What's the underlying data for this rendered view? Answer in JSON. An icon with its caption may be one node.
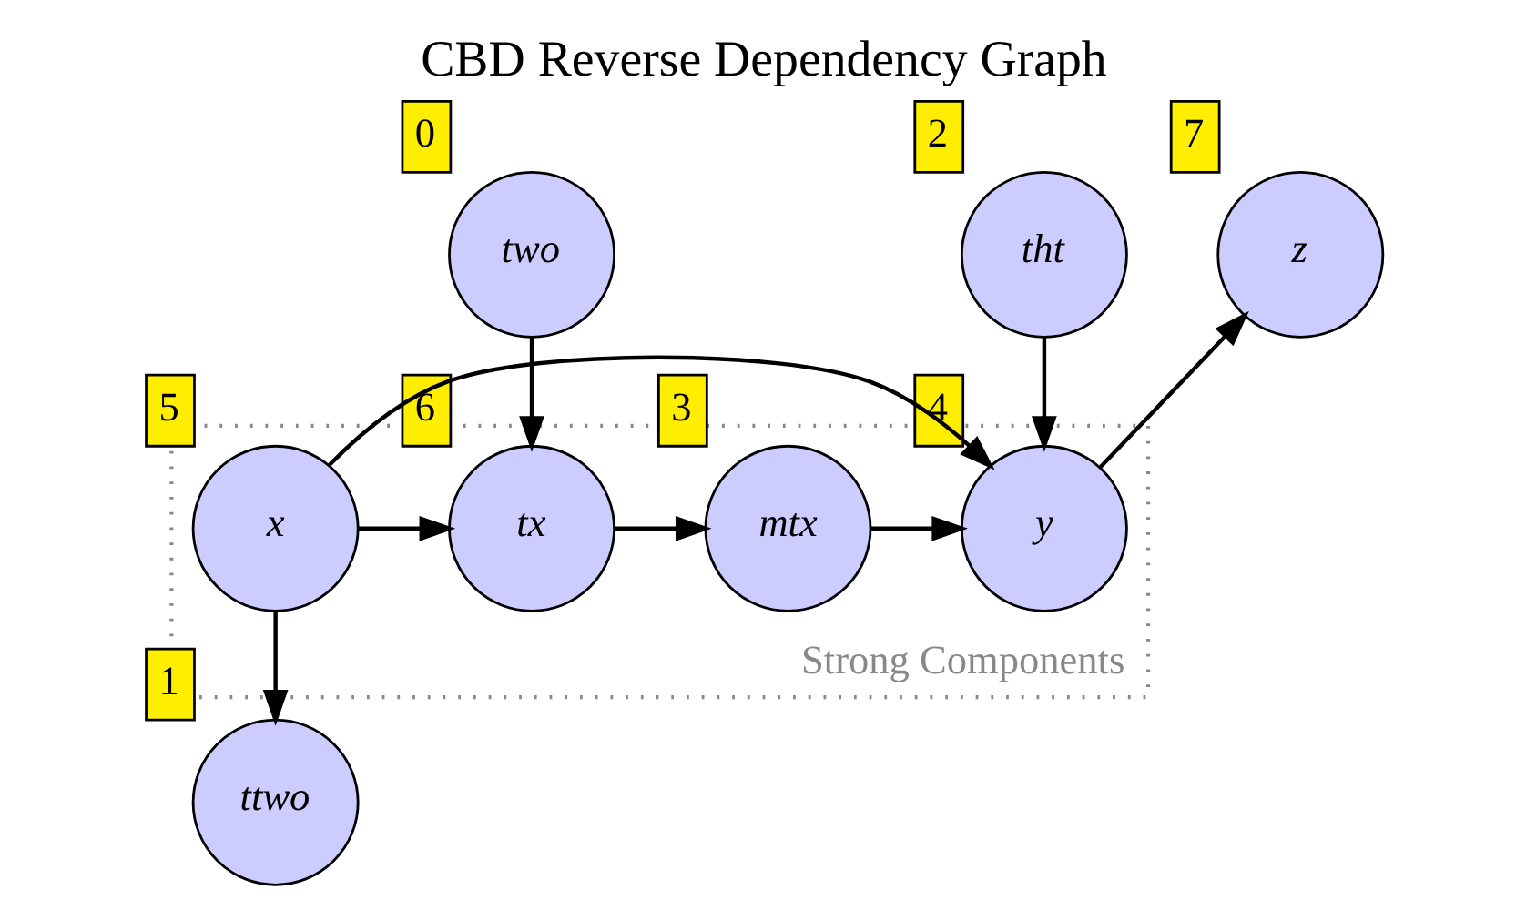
{
  "diagram": {
    "title": "CBD Reverse Dependency Graph",
    "nodes": [
      {
        "text": [
          "two"
        ],
        "beside": [
          "0"
        ]
      },
      {
        "text": [
          "tht"
        ],
        "beside": [
          "2"
        ]
      },
      {
        "text": [
          "z"
        ],
        "beside": [
          "7"
        ]
      },
      {
        "text": [
          "Strong Components"
        ]
      },
      {
        "text": [
          "x"
        ],
        "beside": [
          "5"
        ],
        "in": 3
      },
      {
        "text": [
          "tx"
        ],
        "beside": [
          "6"
        ],
        "in": 3
      },
      {
        "text": [
          "mtx"
        ],
        "beside": [
          "3"
        ],
        "in": 3
      },
      {
        "text": [
          "y"
        ],
        "beside": [
          "4"
        ],
        "in": 3
      },
      {
        "text": [
          "ttwo"
        ],
        "beside": [
          "1"
        ]
      }
    ],
    "edges": [
      {
        "from": 0,
        "to": 5,
        "arrow": "to"
      },
      {
        "from": 1,
        "to": 7,
        "arrow": "to"
      },
      {
        "from": 7,
        "to": 2,
        "arrow": "to"
      },
      {
        "from": 4,
        "to": 5,
        "arrow": "to"
      },
      {
        "from": 5,
        "to": 6,
        "arrow": "to"
      },
      {
        "from": 6,
        "to": 7,
        "arrow": "to"
      },
      {
        "from": 4,
        "to": 7,
        "arrow": "to"
      },
      {
        "from": 4,
        "to": 8,
        "arrow": "to"
      }
    ]
  }
}
